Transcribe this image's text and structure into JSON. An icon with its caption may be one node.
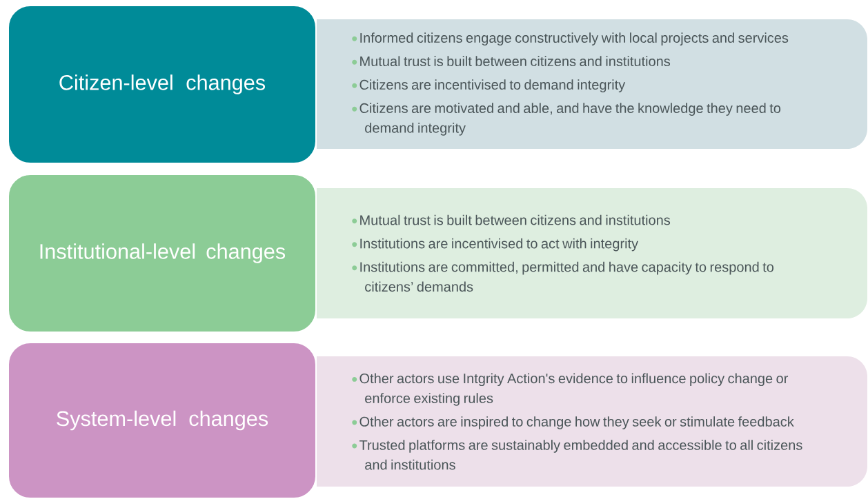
{
  "diagram": {
    "nodes": [
      {
        "text": [
          "Citizen-level changes"
        ]
      },
      {
        "text": [
          "Informed citizens engage constructively with local projects and services",
          "Mutual trust is built between citizens and institutions",
          "Citizens are incentivised to demand integrity",
          "Citizens are motivated and able, and have the knowledge they need to demand integrity"
        ]
      },
      {
        "text": [
          "Institutional-level changes"
        ]
      },
      {
        "text": [
          "Mutual trust is built between citizens and institutions",
          "Institutions are incentivised to act with integrity",
          "Institutions are committed, permitted and have capacity to respond to citizens’ demands"
        ]
      },
      {
        "text": [
          "System-level changes"
        ]
      },
      {
        "text": [
          "Other actors use Intgrity Action's evidence to influence policy change or enforce existing rules",
          "Other actors are inspired to change how they seek or stimulate feedback",
          "Trusted platforms are sustainably embedded and accessible to all citizens and institutions"
        ]
      }
    ]
  }
}
